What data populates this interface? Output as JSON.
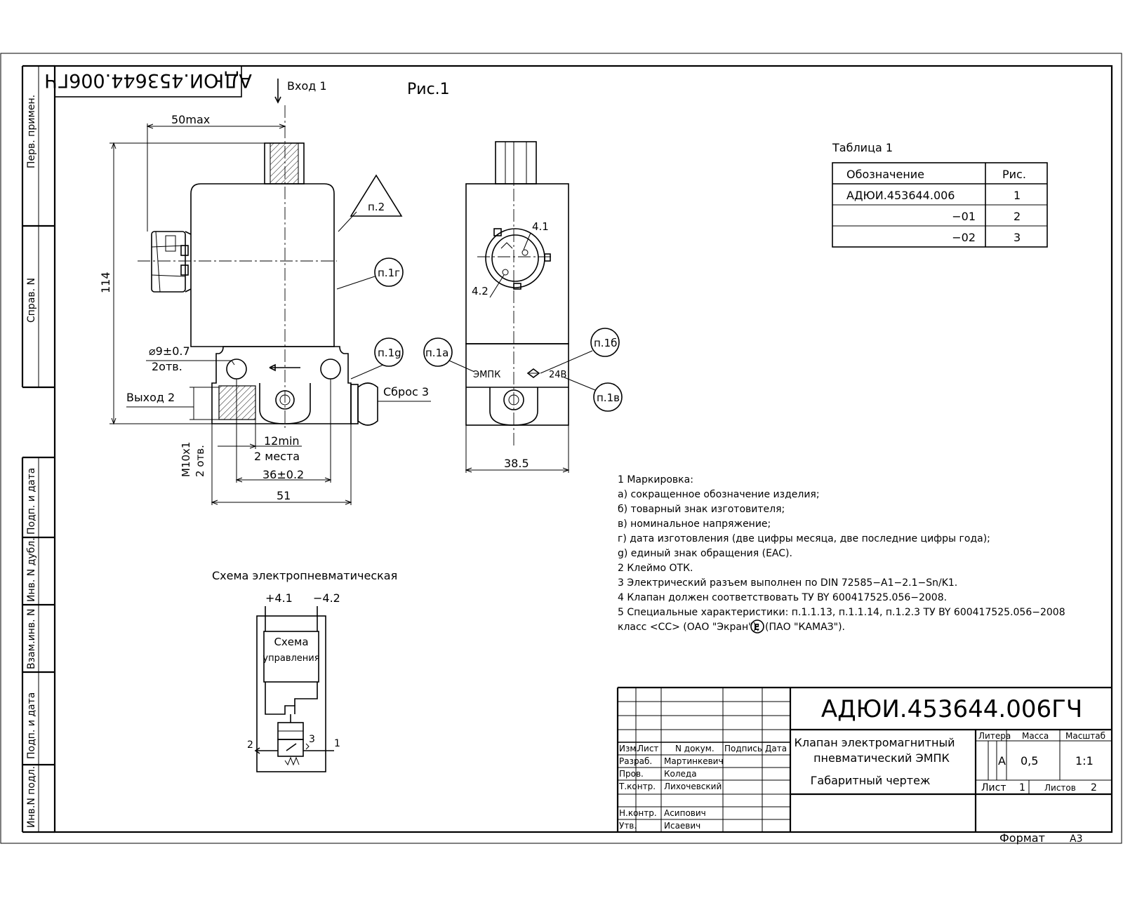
{
  "sheet": {
    "code_rotated": "АДЮИ.453644.006ГЧ",
    "format": "Формат",
    "format_value": "A3"
  },
  "side_stamps": {
    "perv_primen": "Перв. примен.",
    "sprav": "Справ. N",
    "podp_data_1": "Подп. и дата",
    "inv_dubl": "Инв. N дубл.",
    "vzam_inv": "Взам.инв. N",
    "podp_data_2": "Подп. и дата",
    "inv_podl": "Инв.N подл."
  },
  "drawing": {
    "fig_label": "Рис.1",
    "inlet_label": "Вход 1",
    "outlet_label": "Выход 2",
    "reset_label": "Сброс 3",
    "dim_50max": "50max",
    "dim_114": "114",
    "dim_hole": "⌀9±0.7",
    "dim_hole_count": "2отв.",
    "dim_12min": "12min",
    "dim_2_mesta": "2 места",
    "dim_36": "36±0.2",
    "dim_51": "51",
    "dim_m10": "M10x1",
    "dim_m10_count": "2 отв.",
    "dim_38_5": "38.5",
    "callout_p2": "п.2",
    "callout_p1g_top": "п.1г",
    "callout_p1d": "п.1g",
    "callout_p1a": "п.1а",
    "callout_p1b": "п.1б",
    "callout_p1v": "п.1в",
    "pin_4_1": "4.1",
    "pin_4_2": "4.2",
    "mark_empk": "ЭМПК",
    "mark_24v": "24В"
  },
  "scheme": {
    "title": "Схема электропневматическая",
    "plus": "+4.1",
    "minus": "−4.2",
    "box_line1": "Схема",
    "box_line2": "управления",
    "port_2": "2",
    "port_3": "3",
    "port_1": "1"
  },
  "table1": {
    "title": "Таблица 1",
    "headers": [
      "Обозначение",
      "Рис."
    ],
    "rows": [
      [
        "АДЮИ.453644.006",
        "1"
      ],
      [
        "−01",
        "2"
      ],
      [
        "−02",
        "3"
      ]
    ]
  },
  "notes": [
    "1  Маркировка:",
    "а)  сокращенное обозначение изделия;",
    "б)  товарный знак изготовителя;",
    "в)  номинальное напряжение;",
    "г)  дата изготовления (две цифры месяца, две последние цифры года);",
    "g)  единый знак обращения (EAC).",
    "2  Клеймо ОТК.",
    "3  Электрический разъем выполнен по DIN 72585−A1−2.1−Sn/K1.",
    "4  Клапан должен соответствовать ТУ BY 600417525.056−2008.",
    "5  Специальные характеристики: п.1.1.13, п.1.1.14, п.1.2.3 ТУ BY 600417525.056−2008",
    "класс <CC> (ОАО \"Экран\");",
    "(ПАО \"КАМАЗ\")."
  ],
  "notes_e_mark": "E",
  "title_block": {
    "code": "АДЮИ.453644.006ГЧ",
    "name_line1": "Клапан электромагнитный",
    "name_line2": "пневматический ЭМПК",
    "doc_type": "Габаритный чертеж",
    "col_izm": "Изм.",
    "col_list": "Лист",
    "col_ndokum": "N докум.",
    "col_podpis": "Подпись",
    "col_data": "Дата",
    "role_razrab": "Разраб.",
    "name_razrab": "Мартинкевич",
    "role_prov": "Пров.",
    "name_prov": "Коледа",
    "role_tkontr": "Т.контр.",
    "name_tkontr": "Лихочевский",
    "role_nkontr": "Н.контр.",
    "name_nkontr": "Асипович",
    "role_utv": "Утв.",
    "name_utv": "Исаевич",
    "litera_label": "Литера",
    "massa_label": "Масса",
    "masshtab_label": "Масштаб",
    "litera_value": "А",
    "massa_value": "0,5",
    "masshtab_value": "1:1",
    "list_label": "Лист",
    "list_value": "1",
    "listov_label": "Листов",
    "listov_value": "2"
  }
}
